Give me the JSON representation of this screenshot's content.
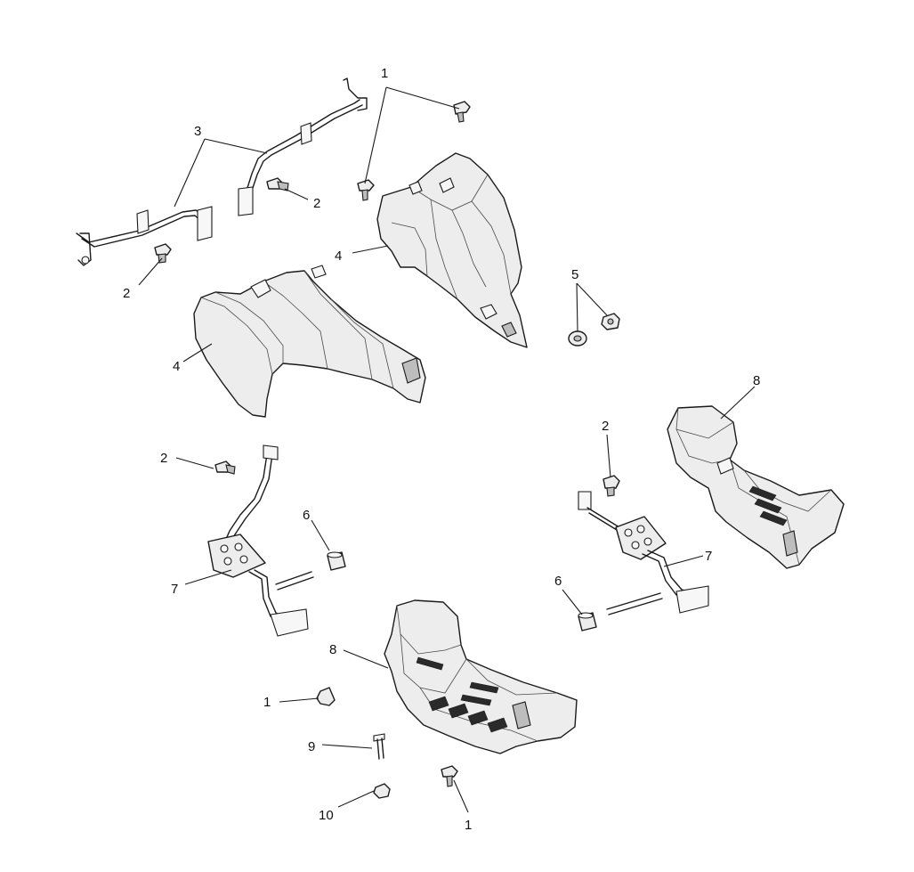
{
  "callouts": {
    "c1_top": "1",
    "c3": "3",
    "c2_mid": "2",
    "c2_left": "2",
    "c4_right": "4",
    "c4_left": "4",
    "c5": "5",
    "c8_right": "8",
    "c2_right": "2",
    "c2_lower": "2",
    "c6_left": "6",
    "c7_left": "7",
    "c7_right": "7",
    "c6_right": "6",
    "c8_lower": "8",
    "c1_lower": "1",
    "c9": "9",
    "c10": "10",
    "c1_bottom": "1"
  }
}
